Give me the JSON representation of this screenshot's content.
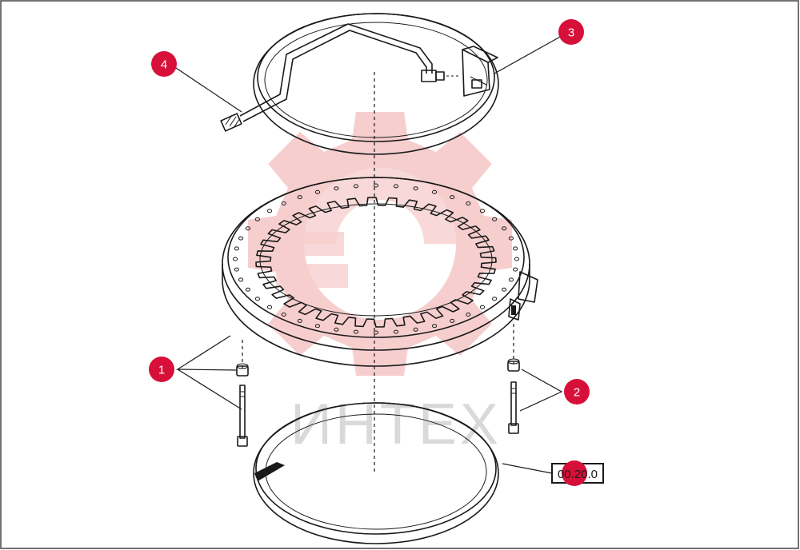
{
  "colors": {
    "callout": "#d7103a",
    "line": "#1a1a1a",
    "watermark_gear": "#f6c9c9",
    "watermark_text": "#d9d9d9",
    "border": "#444444"
  },
  "watermark": {
    "text": "ИНТЕХ",
    "icon": "gear-logo-icon"
  },
  "callouts": [
    {
      "id": "callout-1",
      "label": "1"
    },
    {
      "id": "callout-2",
      "label": "2"
    },
    {
      "id": "callout-3",
      "label": "3"
    },
    {
      "id": "callout-4",
      "label": "4"
    }
  ],
  "part_code": {
    "label": "00.20.0"
  }
}
